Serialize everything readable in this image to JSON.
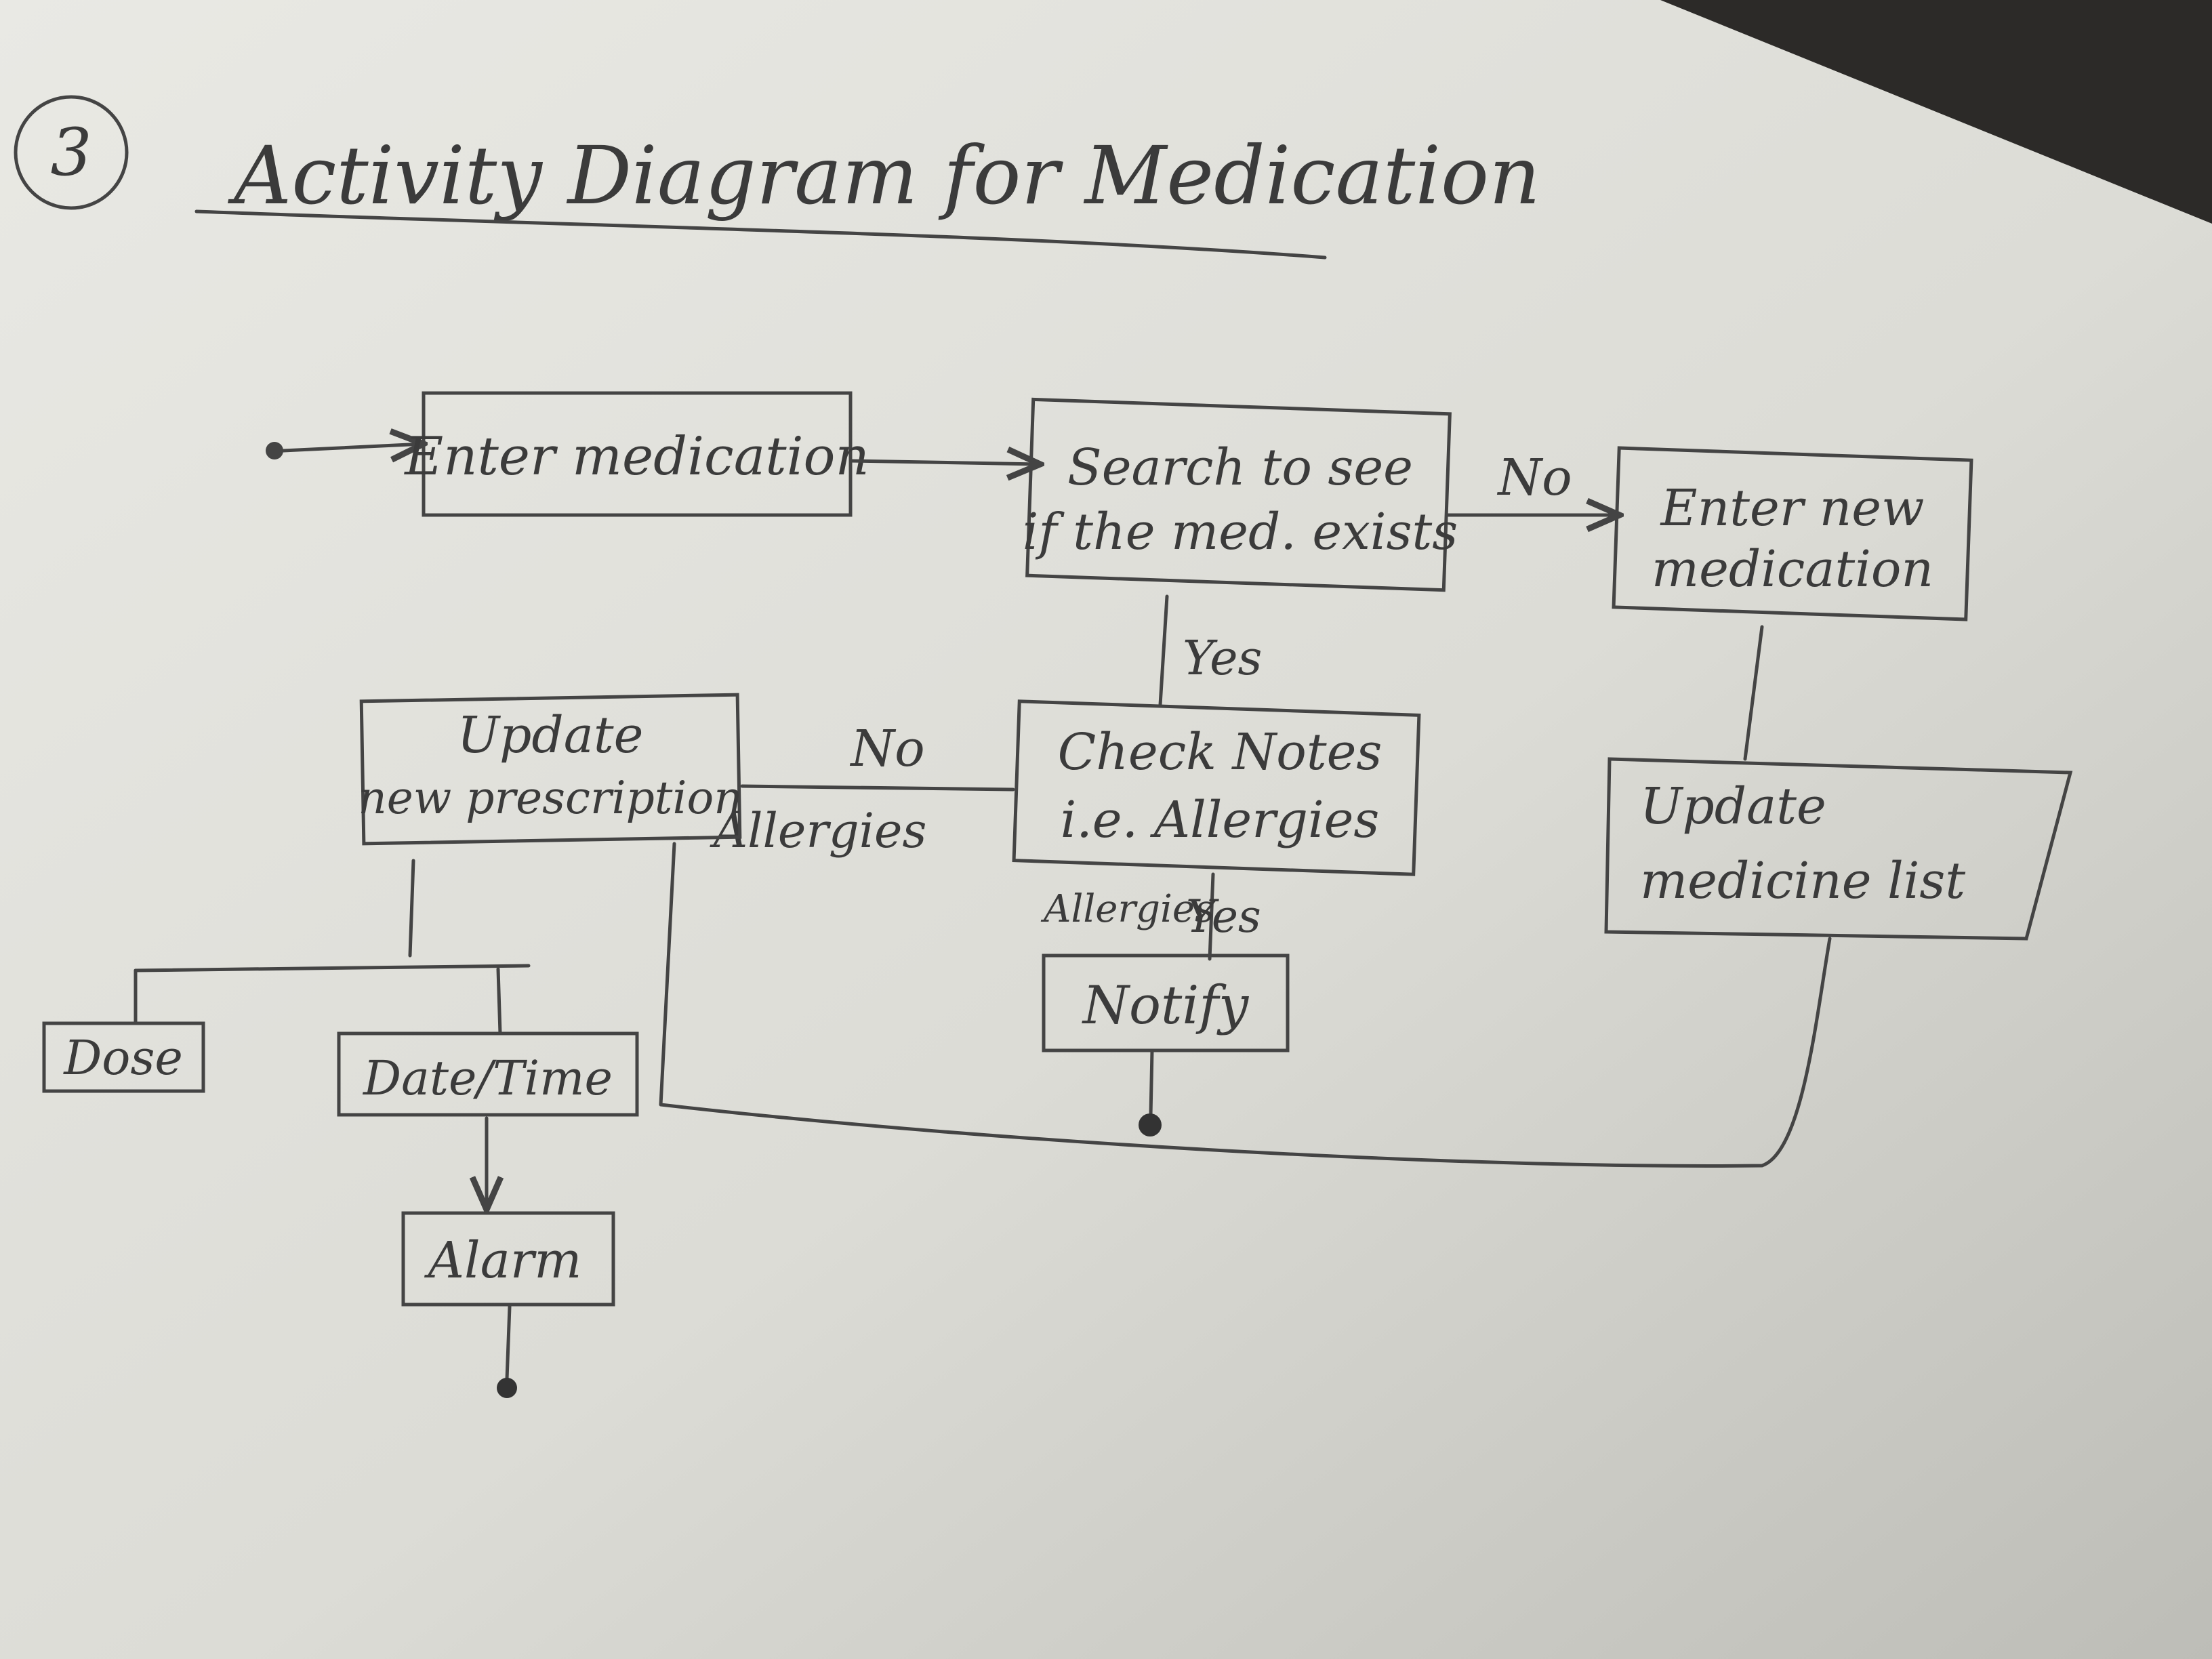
{
  "diagram": {
    "page_number": "3",
    "title": "Activity Diagram for Medication",
    "nodes": {
      "enter_medication": "Enter medication",
      "search": [
        "Search to see",
        "if the med. exists"
      ],
      "enter_new_medication": [
        "Enter new",
        "medication"
      ],
      "check_notes": [
        "Check Notes",
        "i.e. Allergies"
      ],
      "update_prescription": [
        "Update",
        "new prescription"
      ],
      "update_medicine_list": [
        "Update",
        "medicine list"
      ],
      "notify": "Notify",
      "dose": "Dose",
      "date_time": "Date/Time",
      "alarm": "Alarm"
    },
    "edge_labels": {
      "search_no": "No",
      "search_yes": "Yes",
      "allergies_no": "No",
      "allergies_no_caption": "Allergies",
      "allergies_yes_caption": "Allergies",
      "allergies_yes": "Yes"
    }
  }
}
